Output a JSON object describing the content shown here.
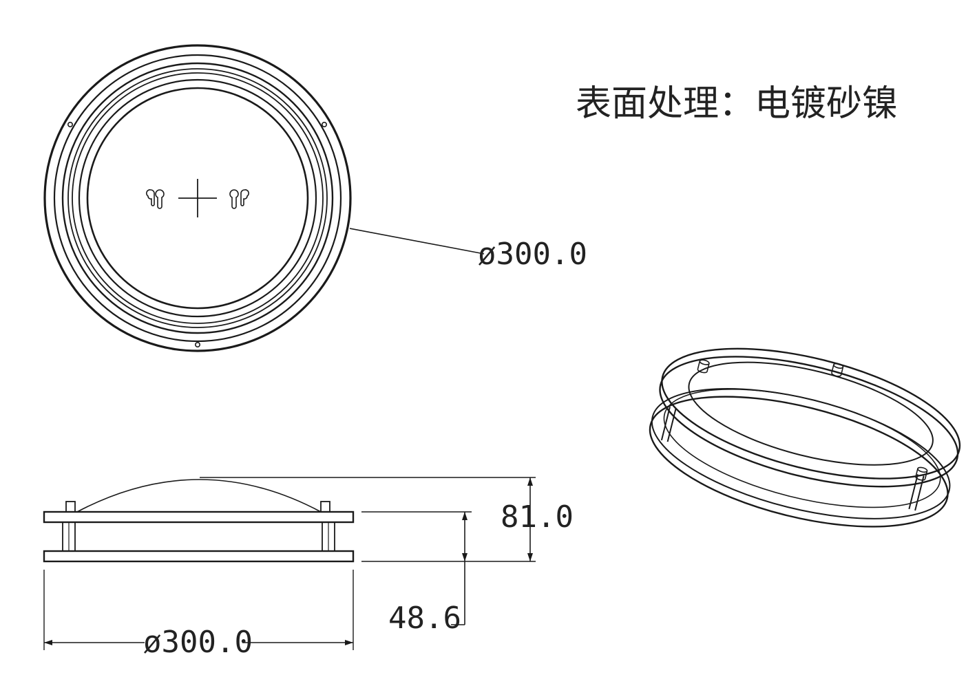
{
  "note": "表面处理：电镀砂镍",
  "dimensions": {
    "top_view_diameter": "ø300.0",
    "side_height_total": "81.0",
    "side_height_base": "48.6",
    "side_diameter": "ø300.0"
  },
  "colors": {
    "line": "#1a1a1a",
    "text": "#222222",
    "background": "#ffffff"
  }
}
